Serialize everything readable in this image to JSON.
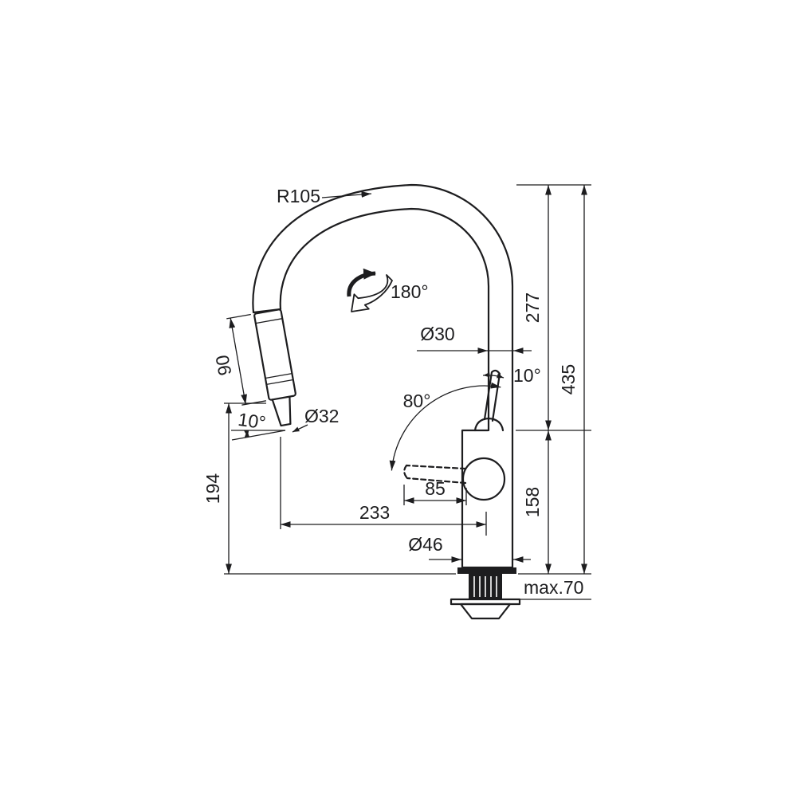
{
  "drawing": {
    "background": "#ffffff",
    "line_color": "#1d1d1f",
    "labels": {
      "spout_radius": "R105",
      "swivel_angle": "180°",
      "spray_length": "90",
      "spray_diameter": "Ø32",
      "spray_tilt": "10°",
      "tube_diameter": "Ø30",
      "lever_tilt": "10°",
      "lever_swing": "80°",
      "lever_length": "85",
      "spout_height": "277",
      "total_height": "435",
      "outlet_height": "194",
      "spout_reach": "233",
      "body_height": "158",
      "body_diameter": "Ø46",
      "max_deck_thickness": "max.70"
    }
  }
}
